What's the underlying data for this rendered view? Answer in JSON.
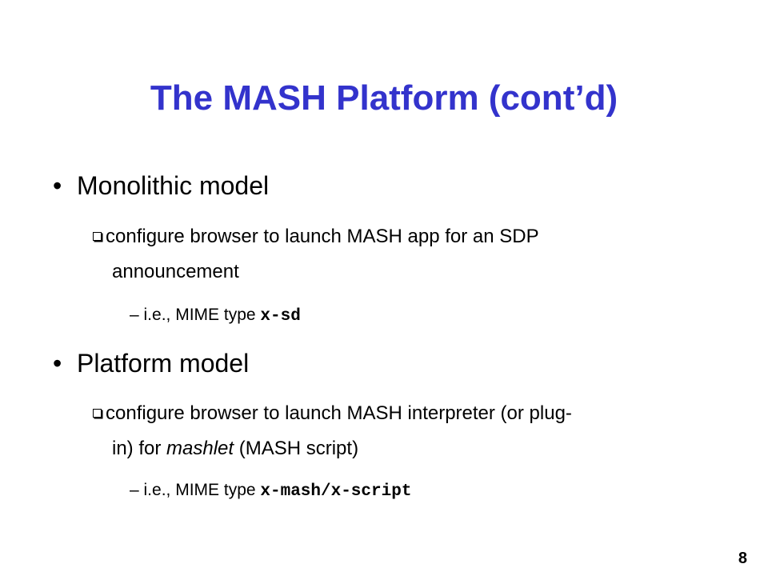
{
  "title": "The MASH Platform (cont’d)",
  "bullets": [
    {
      "label": "Monolithic model",
      "sub": {
        "line1": "configure browser to launch MASH app for an SDP",
        "line2": "announcement"
      },
      "subsub": {
        "prefix": "– i.e., MIME type ",
        "code": "x-sd"
      }
    },
    {
      "label": "Platform model",
      "sub": {
        "line1": "configure browser to launch MASH interpreter (or plug-",
        "line2_a": "in) for ",
        "line2_italic": "mashlet",
        "line2_b": " (MASH script)"
      },
      "subsub": {
        "prefix": "– i.e., MIME type ",
        "code": "x-mash/x-script"
      }
    }
  ],
  "page_number": "8",
  "colors": {
    "title": "#3333cc",
    "text": "#000000",
    "background": "#ffffff"
  }
}
